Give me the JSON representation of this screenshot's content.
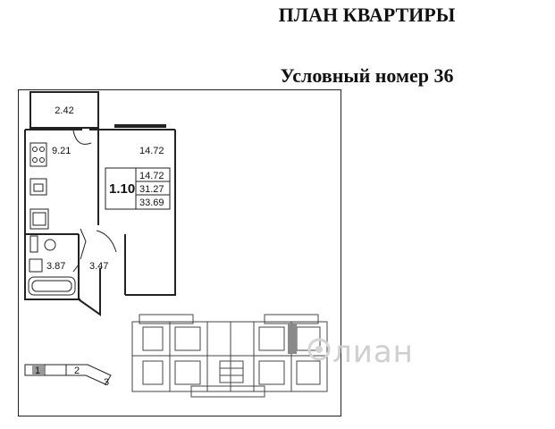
{
  "header": {
    "title": "ПЛАН КВАРТИРЫ",
    "subtitle": "Условный номер 36"
  },
  "plan": {
    "rooms": {
      "balcony": "2.42",
      "kitchen": "9.21",
      "living": "14.72",
      "bathroom": "3.87",
      "hall": "3.47"
    },
    "unit": {
      "label": "1.10",
      "living_area": "14.72",
      "total_area": "31.27",
      "total_with_balcony": "33.69"
    }
  },
  "keyplan": {
    "sections": [
      "1",
      "2",
      "3"
    ]
  },
  "watermark": "лиан"
}
